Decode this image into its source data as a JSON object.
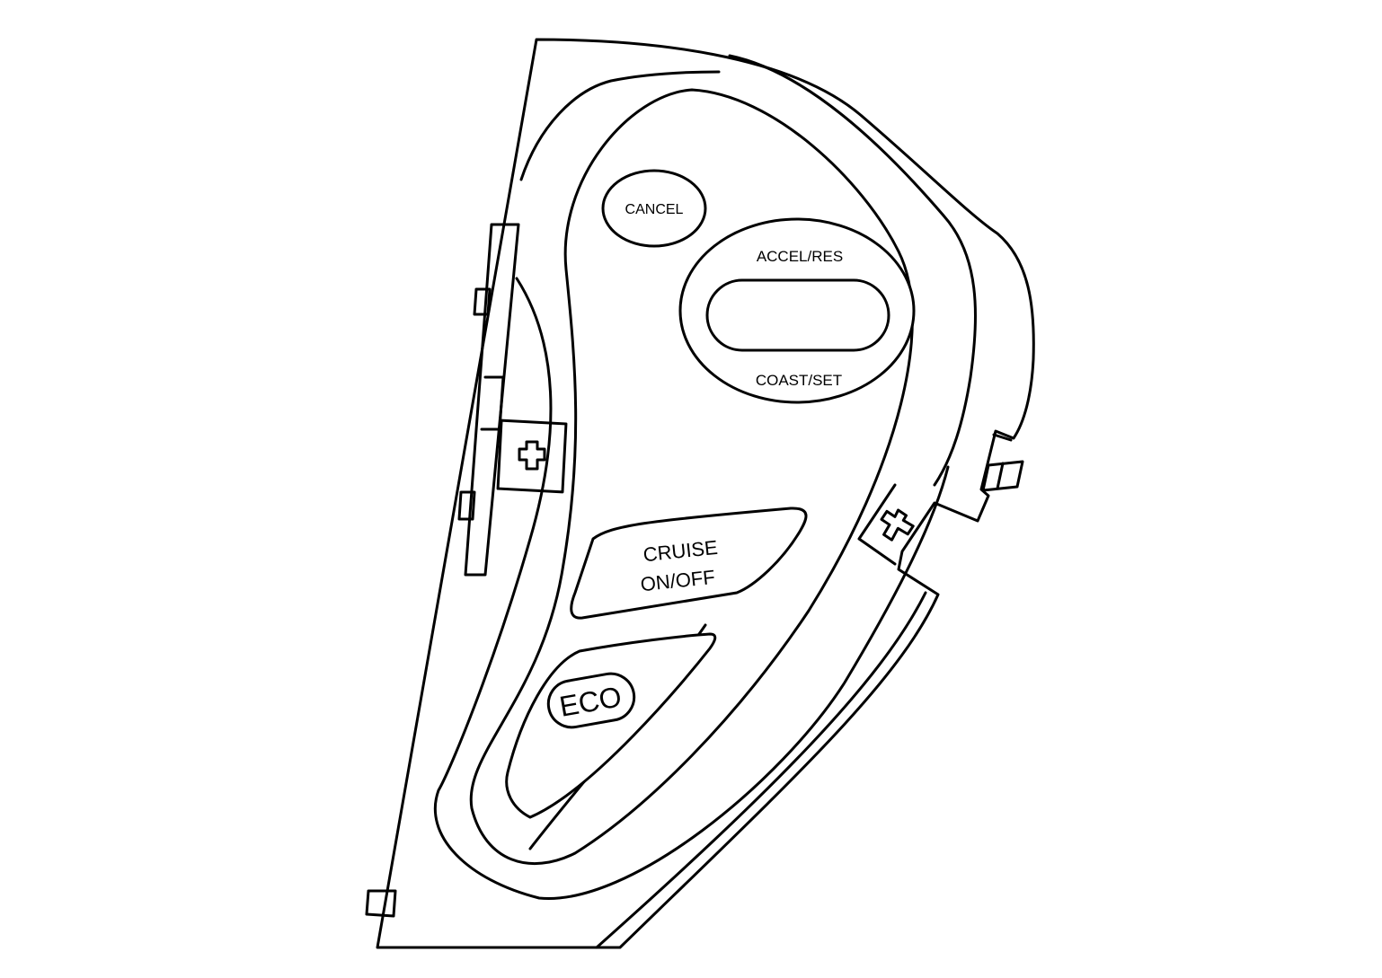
{
  "switch_panel": {
    "buttons": {
      "cancel": "CANCEL",
      "accel_res": "ACCEL/RES",
      "coast_set": "COAST/SET",
      "cruise_line1": "CRUISE",
      "cruise_line2": "ON/OFF",
      "eco": "ECO"
    }
  },
  "colors": {
    "line": "#000000",
    "background": "#ffffff"
  },
  "icons": [
    "plus-mark-icon"
  ]
}
